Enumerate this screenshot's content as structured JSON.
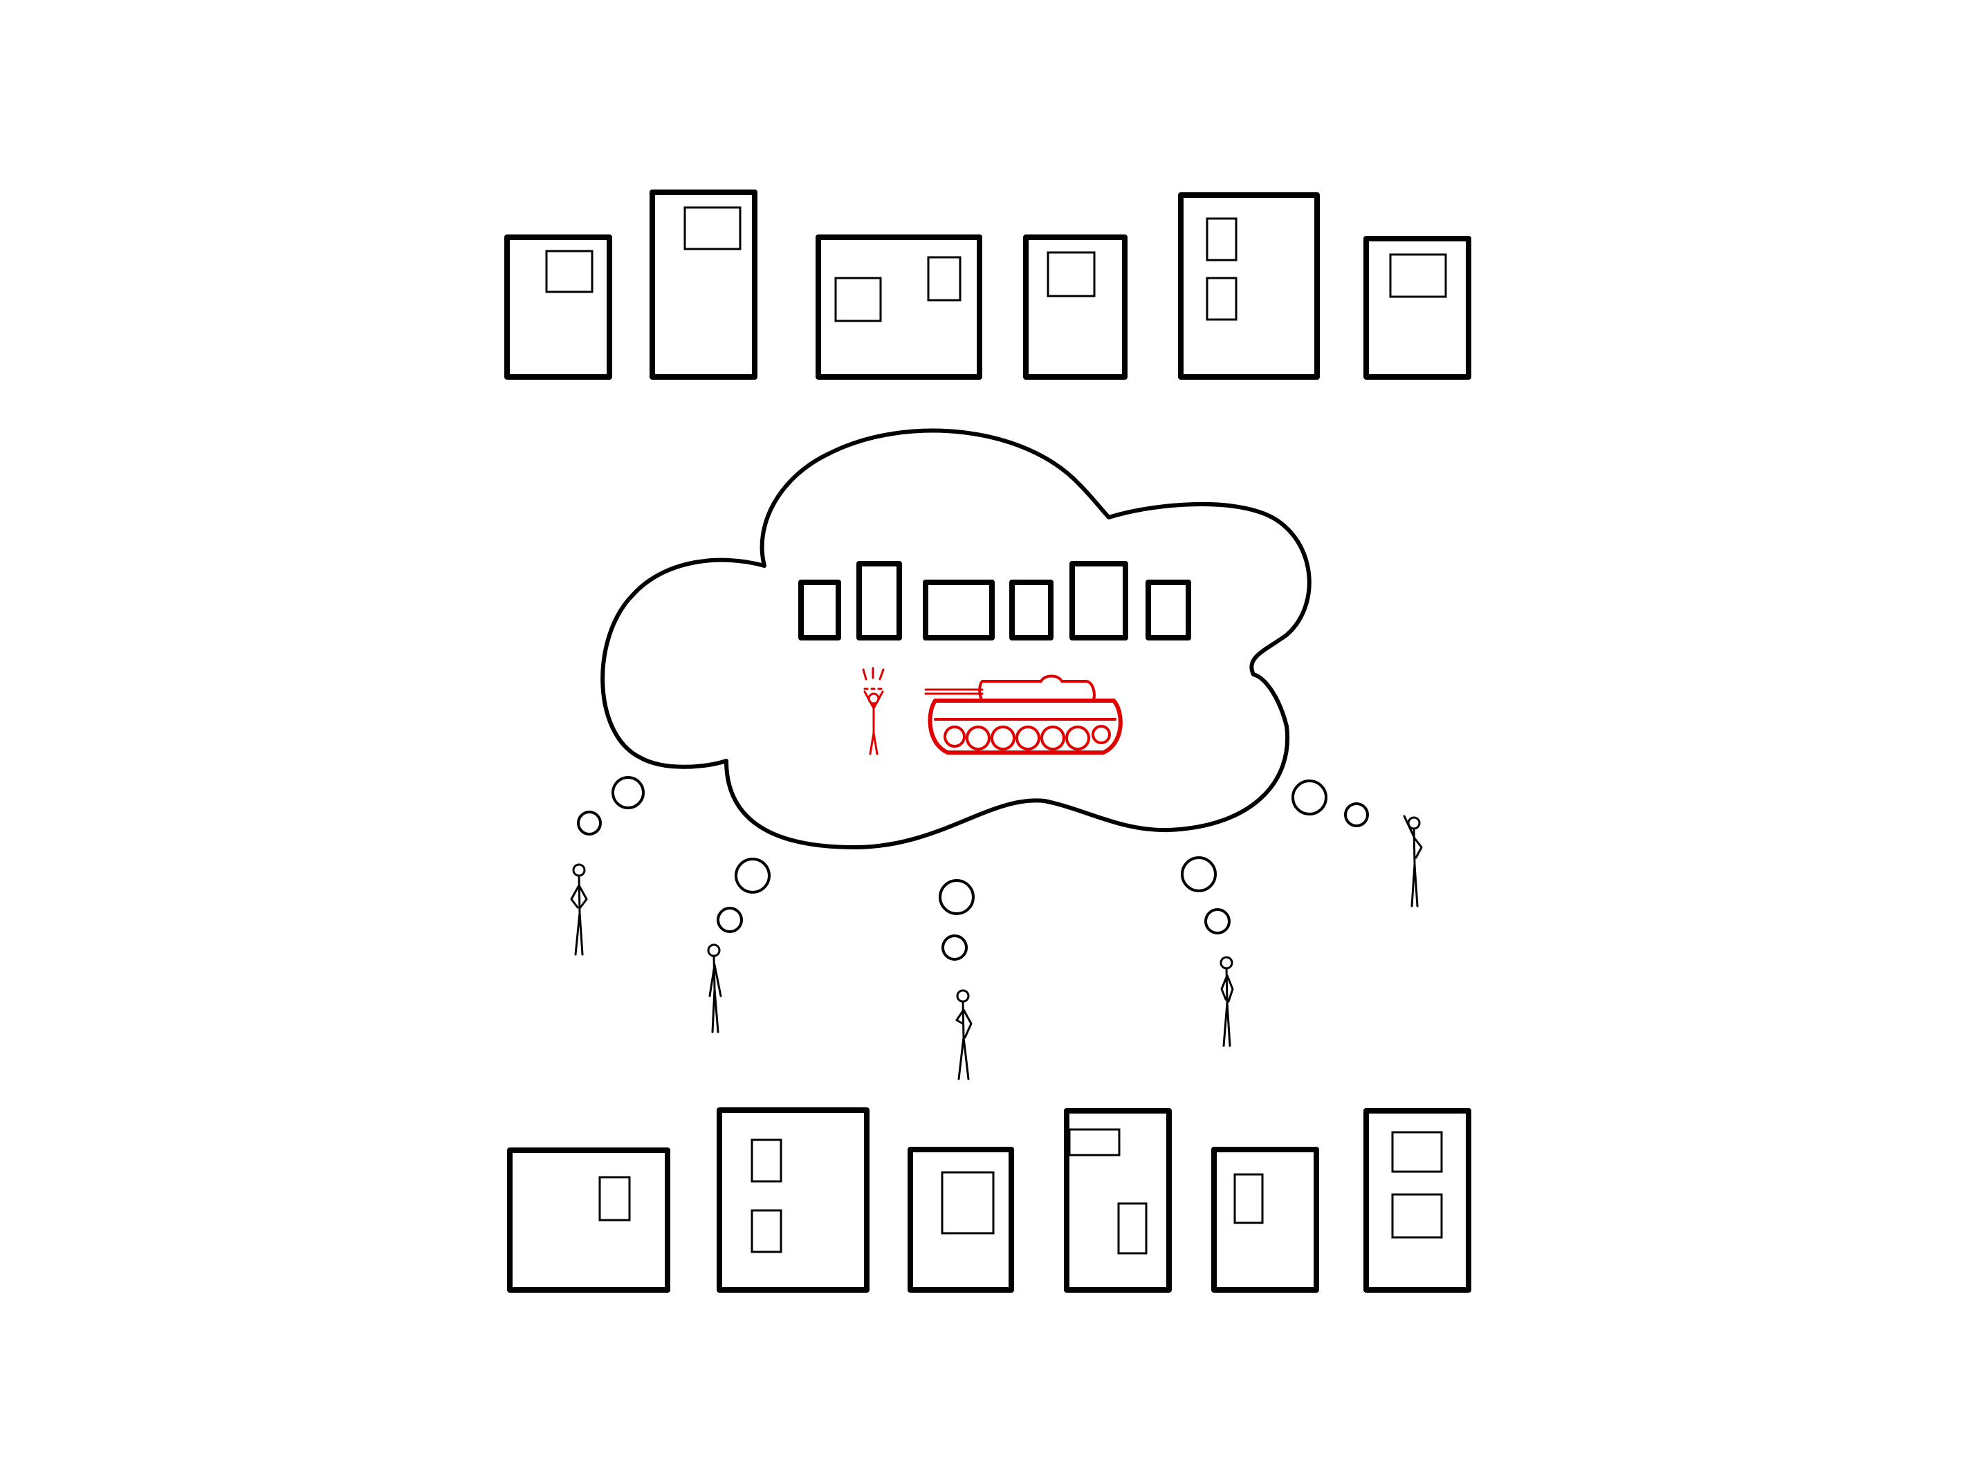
{
  "scene": {
    "background": "#ffffff",
    "ink_color": "#000000",
    "accent_color": "#e00000",
    "icons": [
      "painting-frame",
      "thought-cloud",
      "thought-bubble",
      "stick-figure",
      "tank-icon",
      "protester-icon"
    ]
  }
}
